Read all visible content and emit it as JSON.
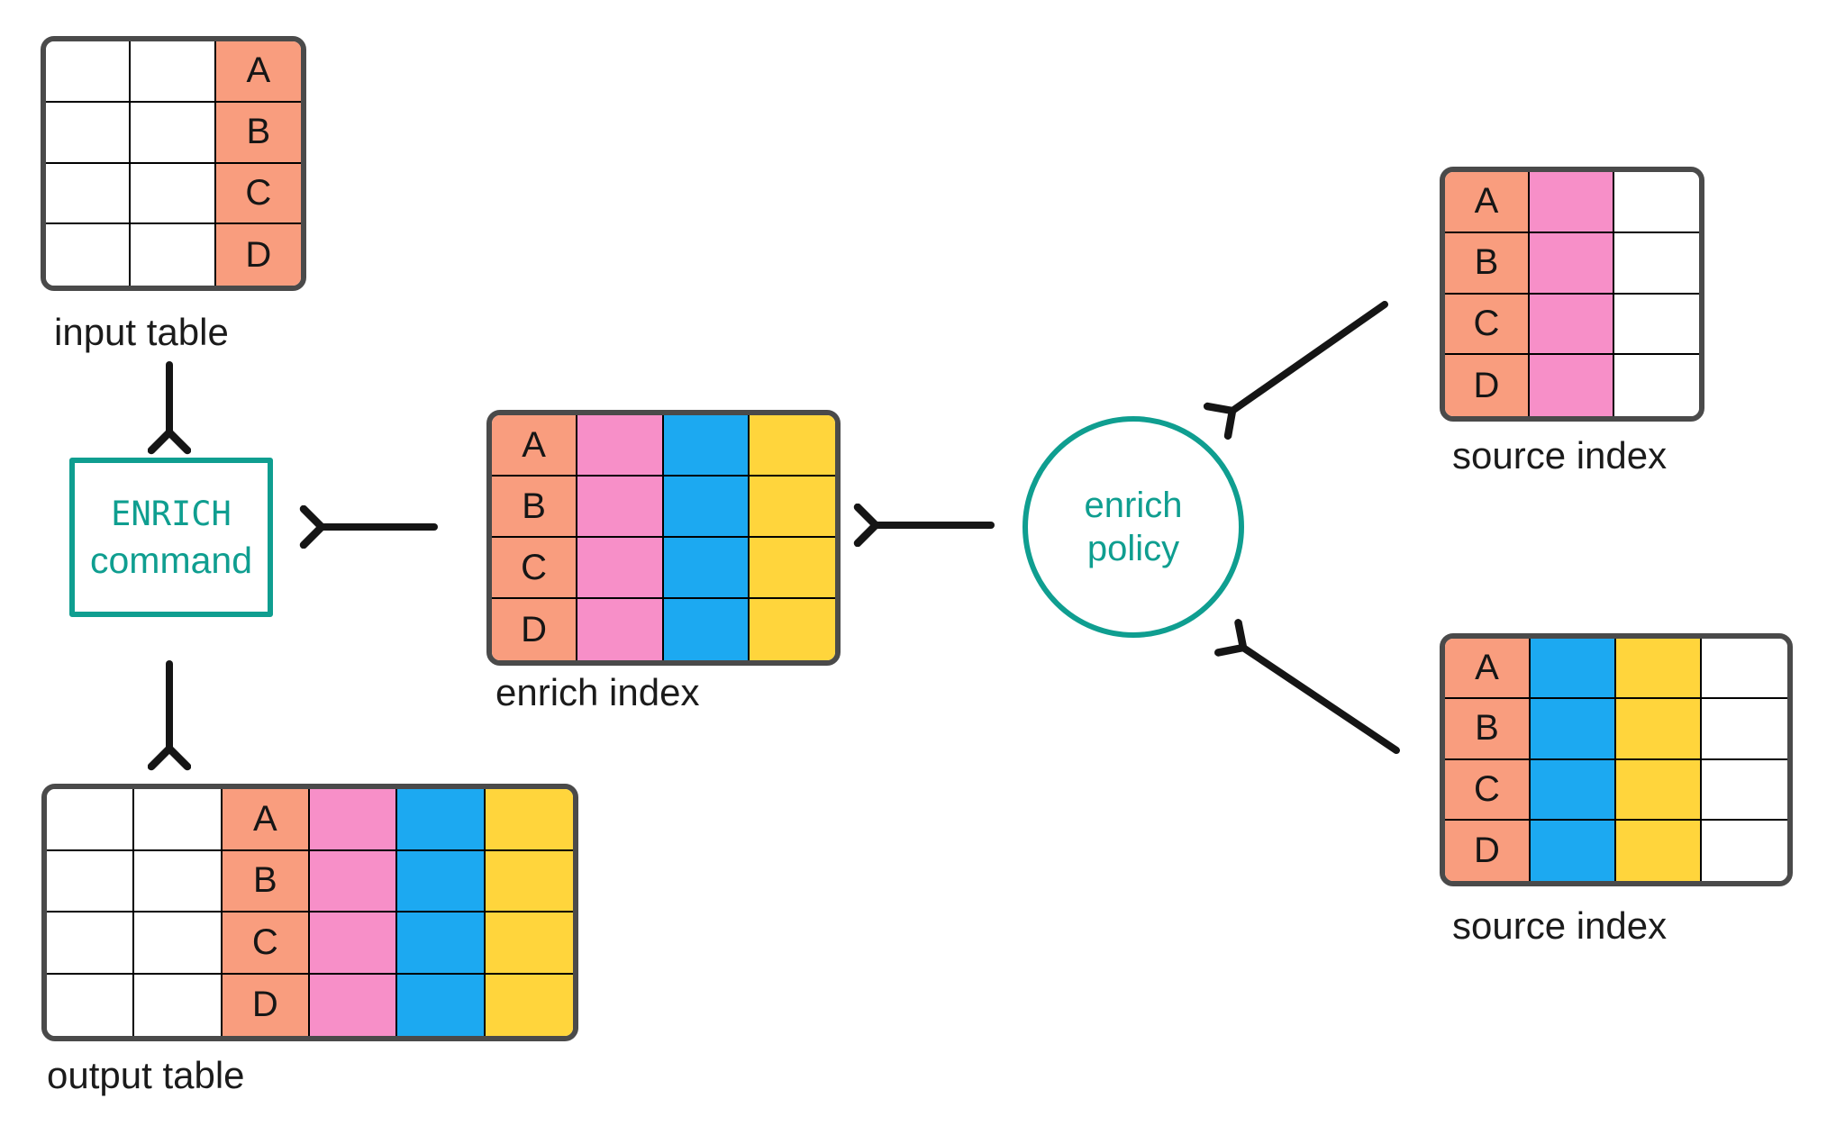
{
  "palette": {
    "salmon": "#f99d7e",
    "pink": "#f78fc8",
    "blue": "#1ca9f1",
    "yellow": "#ffd53c",
    "teal": "#0f9e90",
    "table_border": "#4a4a4a",
    "ink": "#151515"
  },
  "row_labels": [
    "A",
    "B",
    "C",
    "D"
  ],
  "tables": {
    "input": {
      "label": "input table",
      "columns": [
        "white",
        "white",
        "salmon"
      ],
      "label_col": 2
    },
    "enrich_index": {
      "label": "enrich index",
      "columns": [
        "salmon",
        "pink",
        "blue",
        "yellow"
      ],
      "label_col": 0
    },
    "source_top": {
      "label": "source index",
      "columns": [
        "salmon",
        "pink",
        "white"
      ],
      "label_col": 0
    },
    "source_bottom": {
      "label": "source index",
      "columns": [
        "salmon",
        "blue",
        "yellow",
        "white"
      ],
      "label_col": 0
    },
    "output": {
      "label": "output table",
      "columns": [
        "white",
        "white",
        "salmon",
        "pink",
        "blue",
        "yellow"
      ],
      "label_col": 2
    }
  },
  "nodes": {
    "enrich_command": {
      "line1": "ENRICH",
      "line2": "command"
    },
    "enrich_policy": {
      "line1": "enrich",
      "line2": "policy"
    }
  }
}
